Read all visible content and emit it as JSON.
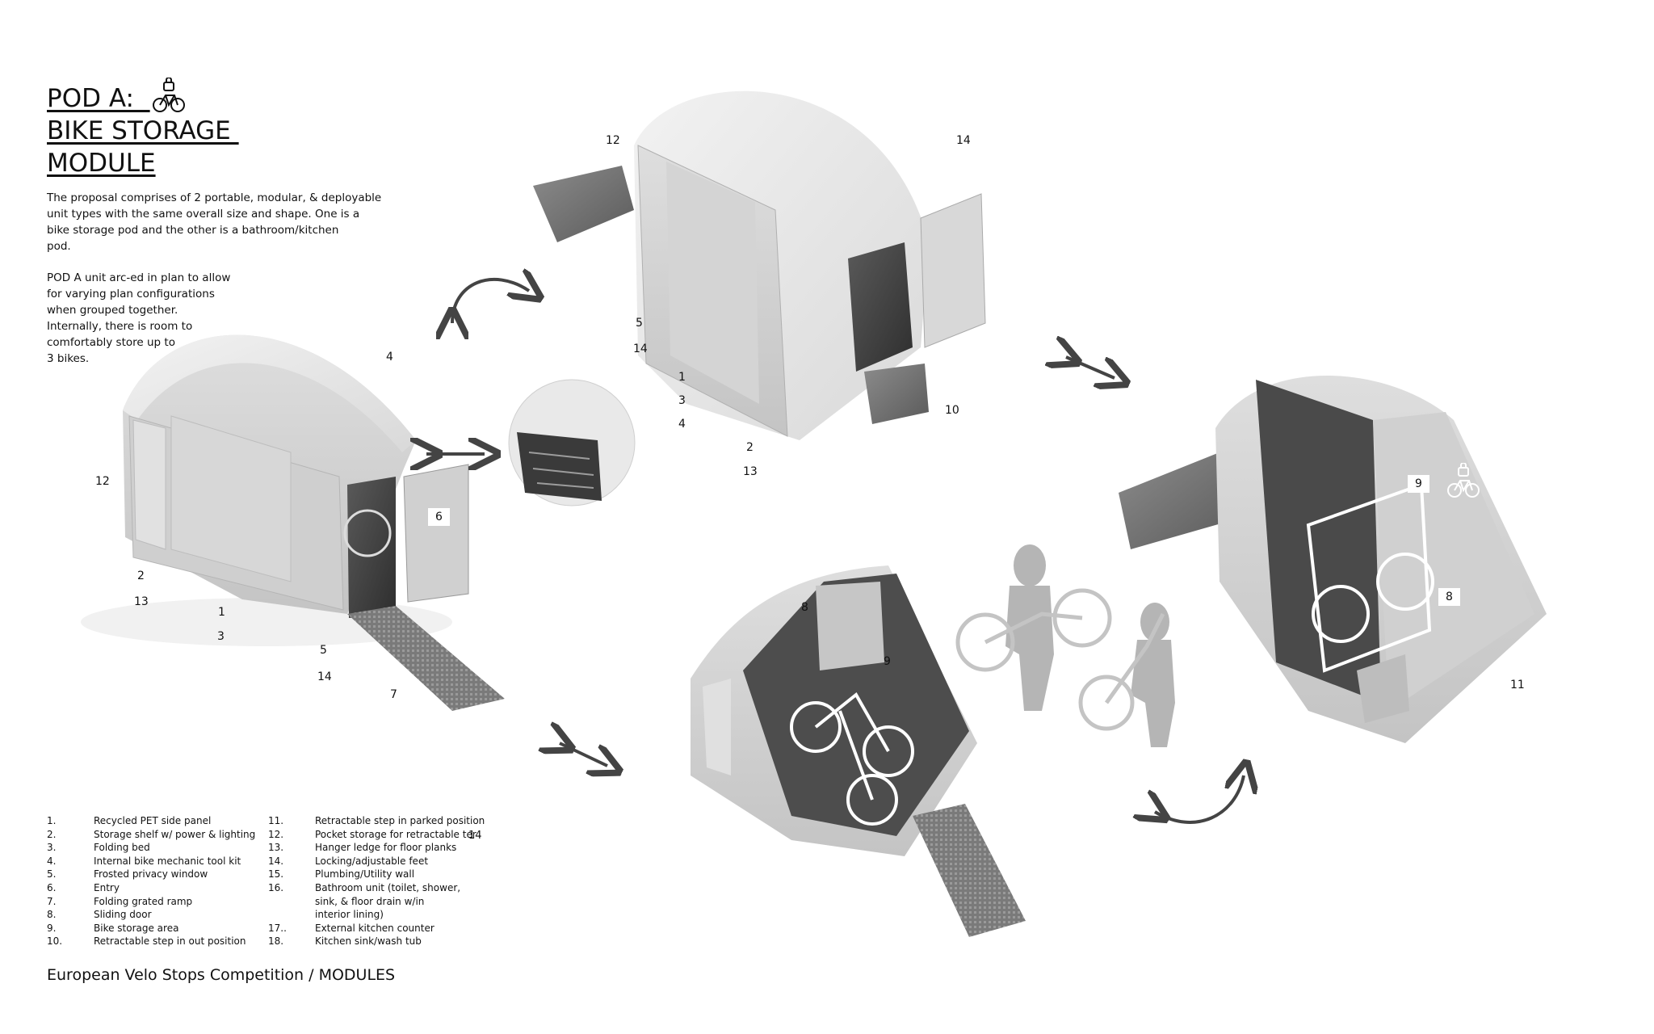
{
  "title": {
    "line1": "POD A:  ",
    "line2": "BIKE STORAGE ",
    "line3": "MODULE"
  },
  "icons": {
    "title_icon": "locked-bike-icon",
    "interior_icon": "locked-bike-icon",
    "colors": {
      "pod_shell": "#e6e6e6",
      "pod_interior": "#3f3f3f",
      "ramp": "#7a7a7a",
      "arrow": "#444444",
      "silhouette": "#aaaaaa"
    }
  },
  "intro": {
    "p1": "The proposal comprises of 2 portable, modular, & deployable\nunit types with the same overall size and shape.  One is a\nbike storage pod and the other is a bathroom/kitchen\npod.",
    "p2": "POD A unit arc-ed in plan to allow\nfor varying plan configurations\nwhen grouped together.\nInternally, there is room to\ncomfortably store up to\n3 bikes."
  },
  "callouts": {
    "left": {
      "n12": "12",
      "n4": "4",
      "n6": "6",
      "n2": "2",
      "n13": "13",
      "n1": "1",
      "n3": "3",
      "n5": "5",
      "n14": "14",
      "n7": "7"
    },
    "top": {
      "n12": "12",
      "n14": "14",
      "n5": "5",
      "n14b": "14",
      "n1": "1",
      "n3": "3",
      "n4": "4",
      "n2": "2",
      "n13": "13",
      "n10": "10"
    },
    "right": {
      "n9": "9",
      "n8": "8",
      "n11": "11"
    },
    "bottom": {
      "n8": "8",
      "n9": "9"
    }
  },
  "legend": {
    "col1": [
      {
        "n": "1.",
        "t": "Recycled PET side panel"
      },
      {
        "n": "2.",
        "t": "Storage shelf w/ power &  lighting"
      },
      {
        "n": "3.",
        "t": "Folding bed"
      },
      {
        "n": "4.",
        "t": "Internal bike mechanic tool kit"
      },
      {
        "n": "5.",
        "t": "Frosted privacy window"
      },
      {
        "n": "6.",
        "t": "Entry"
      },
      {
        "n": "7.",
        "t": "Folding grated ramp"
      },
      {
        "n": "8.",
        "t": "Sliding door"
      },
      {
        "n": "9.",
        "t": "Bike storage area"
      },
      {
        "n": "10.",
        "t": "Retractable step in out position"
      }
    ],
    "col2": [
      {
        "n": "11.",
        "t": "Retractable step in parked position"
      },
      {
        "n": "12.",
        "t": "Pocket storage for retractable ter"
      },
      {
        "n": "13.",
        "t": "Hanger ledge for floor planks"
      },
      {
        "n": "14.",
        "t": "Locking/adjustable feet"
      },
      {
        "n": "15.",
        "t": "Plumbing/Utility wall"
      },
      {
        "n": "16.",
        "t": "Bathroom unit (toilet, shower,"
      },
      {
        "n": "",
        "t": " sink, &    floor drain w/in"
      },
      {
        "n": "",
        "t": "interior lining)"
      },
      {
        "n": "17..",
        "t": "External kitchen counter"
      },
      {
        "n": "18.",
        "t": "Kitchen sink/wash tub"
      }
    ],
    "stray_14": "14"
  },
  "footer": "European Velo Stops Competition / MODULES"
}
